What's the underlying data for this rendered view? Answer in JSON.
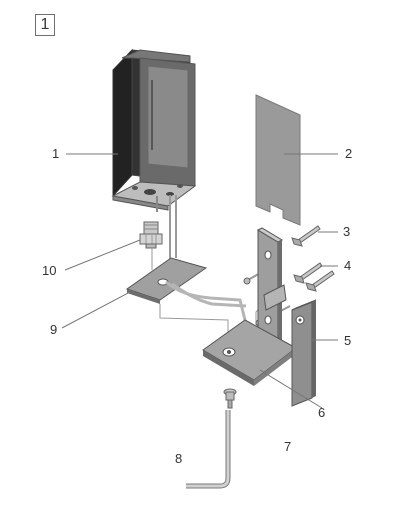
{
  "figure": {
    "step_number": "1"
  },
  "callouts": [
    {
      "id": "c1",
      "label": "1"
    },
    {
      "id": "c2",
      "label": "2"
    },
    {
      "id": "c3",
      "label": "3"
    },
    {
      "id": "c4",
      "label": "4"
    },
    {
      "id": "c5",
      "label": "5"
    },
    {
      "id": "c6",
      "label": "6"
    },
    {
      "id": "c7",
      "label": "7"
    },
    {
      "id": "c8",
      "label": "8"
    },
    {
      "id": "c9",
      "label": "9"
    },
    {
      "id": "c10",
      "label": "10"
    }
  ],
  "colors": {
    "dark_body": "#2d2d2d",
    "mid_gray": "#8a8a8a",
    "light_gray": "#c8c8c8",
    "pad_gray": "#9a9a9a",
    "outline": "#555555",
    "leader": "#777777"
  }
}
